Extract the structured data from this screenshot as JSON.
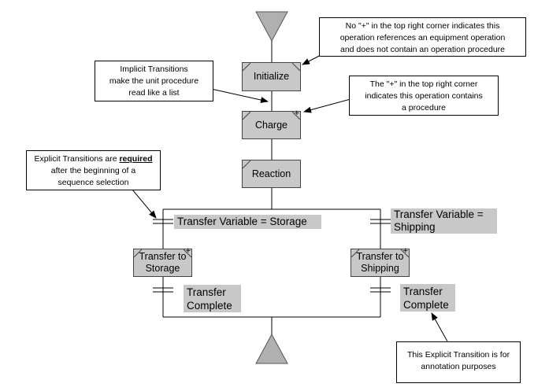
{
  "steps": {
    "initialize": {
      "label": "Initialize",
      "has_procedure": false
    },
    "charge": {
      "label": "Charge",
      "has_procedure": true
    },
    "reaction": {
      "label": "Reaction",
      "has_procedure": false
    },
    "transfer_storage": {
      "line1": "Transfer to",
      "line2": "Storage",
      "has_procedure": true
    },
    "transfer_shipping": {
      "line1": "Transfer to",
      "line2": "Shipping",
      "has_procedure": true
    }
  },
  "conditions": {
    "storage": "Transfer Variable = Storage",
    "shipping_line1": "Transfer Variable =",
    "shipping_line2": "Shipping",
    "complete_left_line1": "Transfer",
    "complete_left_line2": "Complete",
    "complete_right_line1": "Transfer",
    "complete_right_line2": "Complete"
  },
  "notes": {
    "no_plus": {
      "line1": "No \"+\" in the top right corner indicates this",
      "line2": "operation references an equipment operation",
      "line3": "and does not contain an operation procedure"
    },
    "implicit": {
      "line1": "Implicit Transitions",
      "line2": "make the unit procedure",
      "line3": "read like a list"
    },
    "plus": {
      "line1": "The \"+\" in the top right corner",
      "line2": "indicates this operation contains",
      "line3": "a procedure"
    },
    "explicit": {
      "line1_pre": "Explicit Transitions are ",
      "line1_bold": "required",
      "line2": "after the beginning of a",
      "line3": "sequence selection"
    },
    "annotation": {
      "line1": "This Explicit Transition is for",
      "line2": "annotation purposes"
    }
  }
}
